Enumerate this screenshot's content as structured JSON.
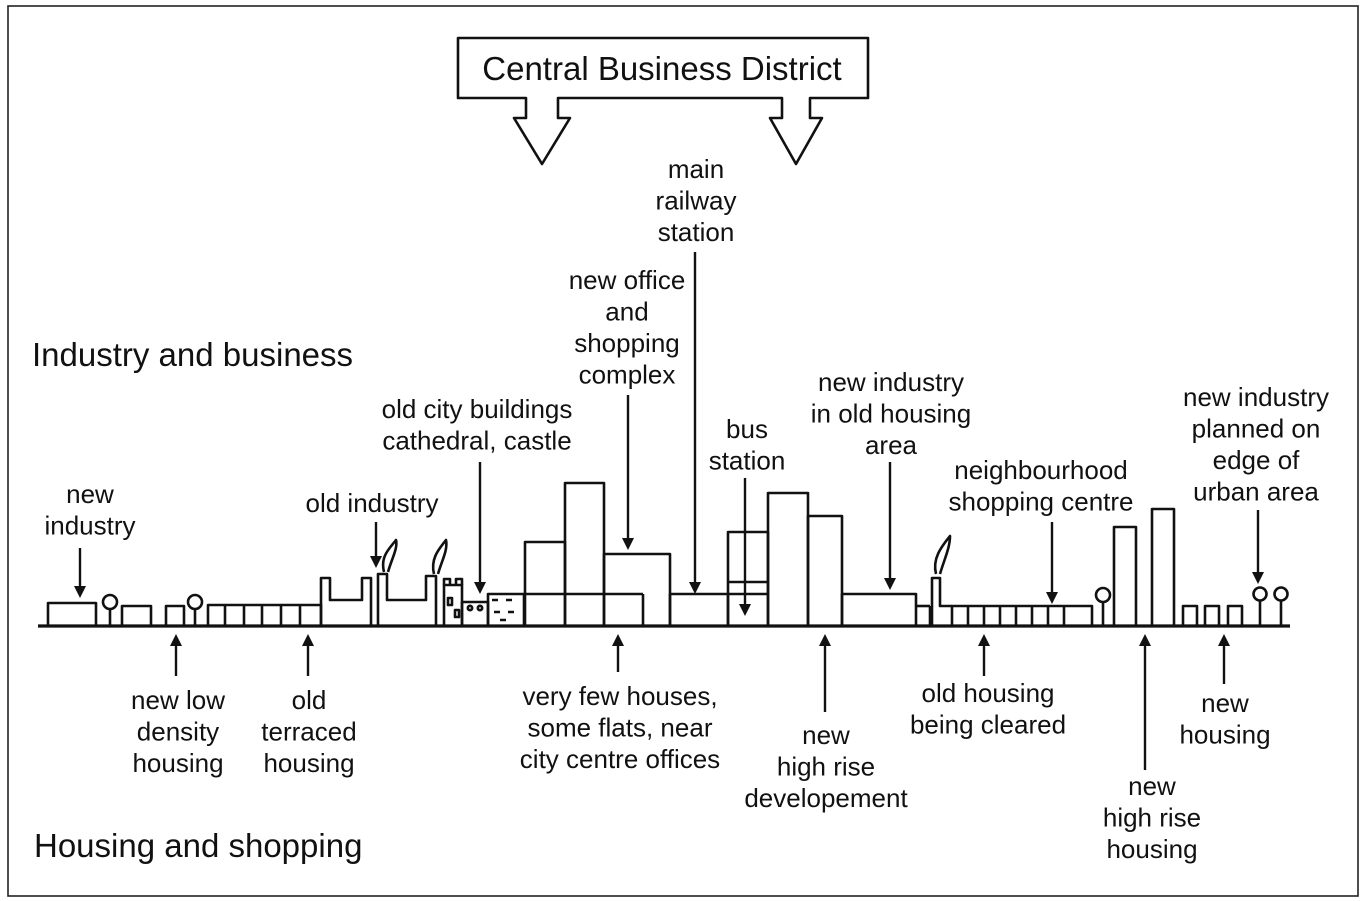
{
  "cbd_title": "Central Business District",
  "zone_top": "Industry and business",
  "zone_bottom": "Housing and shopping",
  "labels": {
    "new_industry": [
      "new",
      "industry"
    ],
    "old_industry": [
      "old industry"
    ],
    "old_city": [
      "old  city buildings",
      "cathedral, castle"
    ],
    "new_office": [
      "new office",
      "and",
      "shopping",
      "complex"
    ],
    "railway": [
      "main",
      "railway",
      "station"
    ],
    "bus": [
      "bus",
      "station"
    ],
    "industry_old_housing": [
      "new industry",
      "in old housing",
      "area"
    ],
    "neighbourhood": [
      "neighbourhood",
      "shopping centre"
    ],
    "industry_edge": [
      "new industry",
      "planned on",
      "edge of",
      "urban area"
    ],
    "low_density": [
      "new low",
      "density",
      "housing"
    ],
    "terraced": [
      "old",
      "terraced",
      "housing"
    ],
    "few_houses": [
      "very few houses,",
      "some flats, near",
      "city centre offices"
    ],
    "high_rise_dev": [
      "new",
      "high rise",
      "developement"
    ],
    "housing_cleared": [
      "old housing",
      "being cleared"
    ],
    "high_rise_housing": [
      "new",
      "high rise",
      "housing"
    ],
    "new_housing": [
      "new",
      "housing"
    ]
  }
}
